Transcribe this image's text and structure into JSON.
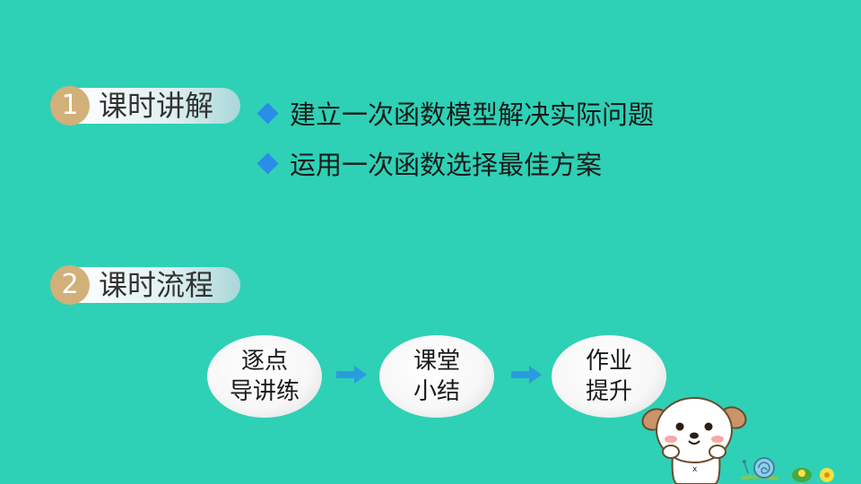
{
  "sections": [
    {
      "number": "1",
      "title": "课时讲解"
    },
    {
      "number": "2",
      "title": "课时流程"
    }
  ],
  "bullets": [
    "建立一次函数模型解决实际问题",
    "运用一次函数选择最佳方案"
  ],
  "flow": [
    {
      "line1": "逐点",
      "line2": "导讲练"
    },
    {
      "line1": "课堂",
      "line2": "小结"
    },
    {
      "line1": "作业",
      "line2": "提升"
    }
  ],
  "colors": {
    "background": "#2ed1b5",
    "number_badge": "#d2b07a",
    "diamond": "#2a8de8",
    "arrow": "#2a9be0"
  }
}
